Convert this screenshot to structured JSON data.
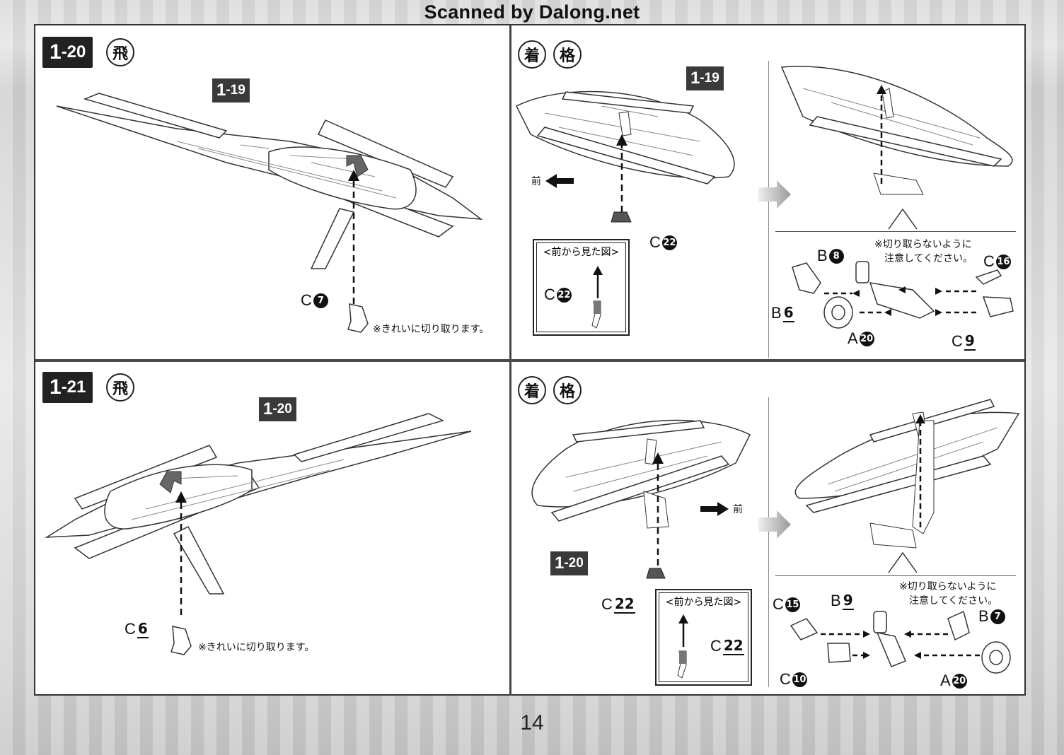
{
  "watermark": "Scanned by Dalong.net",
  "page_number": "14",
  "steps": [
    {
      "badge_main": "1",
      "badge_sub": "-20",
      "mode_icons": [
        "飛"
      ],
      "ref": {
        "main": "1",
        "sub": "-19"
      },
      "parts": [
        {
          "letter": "C",
          "num": "7",
          "style": "filled"
        }
      ],
      "note": "※きれいに切り取ります。"
    },
    {
      "mode_icons": [
        "着",
        "格"
      ],
      "ref": {
        "main": "1",
        "sub": "-19"
      },
      "front_label": "前",
      "part_main": {
        "letter": "C",
        "num": "22"
      },
      "inset_caption": "<前から見た図>",
      "inset_part": {
        "letter": "C",
        "num": "22"
      },
      "sub_parts": {
        "B8": {
          "letter": "B",
          "num": "8"
        },
        "B6": {
          "letter": "B",
          "num": "6"
        },
        "A20": {
          "letter": "A",
          "num": "20"
        },
        "C16": {
          "letter": "C",
          "num": "16"
        },
        "C9": {
          "letter": "C",
          "num": "9"
        }
      },
      "warning_line1": "※切り取らないように",
      "warning_line2": "注意してください。"
    },
    {
      "badge_main": "1",
      "badge_sub": "-21",
      "mode_icons": [
        "飛"
      ],
      "ref": {
        "main": "1",
        "sub": "-20"
      },
      "parts": [
        {
          "letter": "C",
          "num": "6",
          "style": "underline"
        }
      ],
      "note": "※きれいに切り取ります。"
    },
    {
      "mode_icons": [
        "着",
        "格"
      ],
      "ref": {
        "main": "1",
        "sub": "-20"
      },
      "front_label": "前",
      "part_main": {
        "letter": "C",
        "num": "22"
      },
      "inset_caption": "<前から見た図>",
      "inset_part": {
        "letter": "C",
        "num": "22"
      },
      "sub_parts": {
        "C15": {
          "letter": "C",
          "num": "15"
        },
        "B9": {
          "letter": "B",
          "num": "9"
        },
        "B7": {
          "letter": "B",
          "num": "7"
        },
        "C10": {
          "letter": "C",
          "num": "10"
        },
        "A20": {
          "letter": "A",
          "num": "20"
        }
      },
      "warning_line1": "※切り取らないように",
      "warning_line2": "注意してください。"
    }
  ]
}
